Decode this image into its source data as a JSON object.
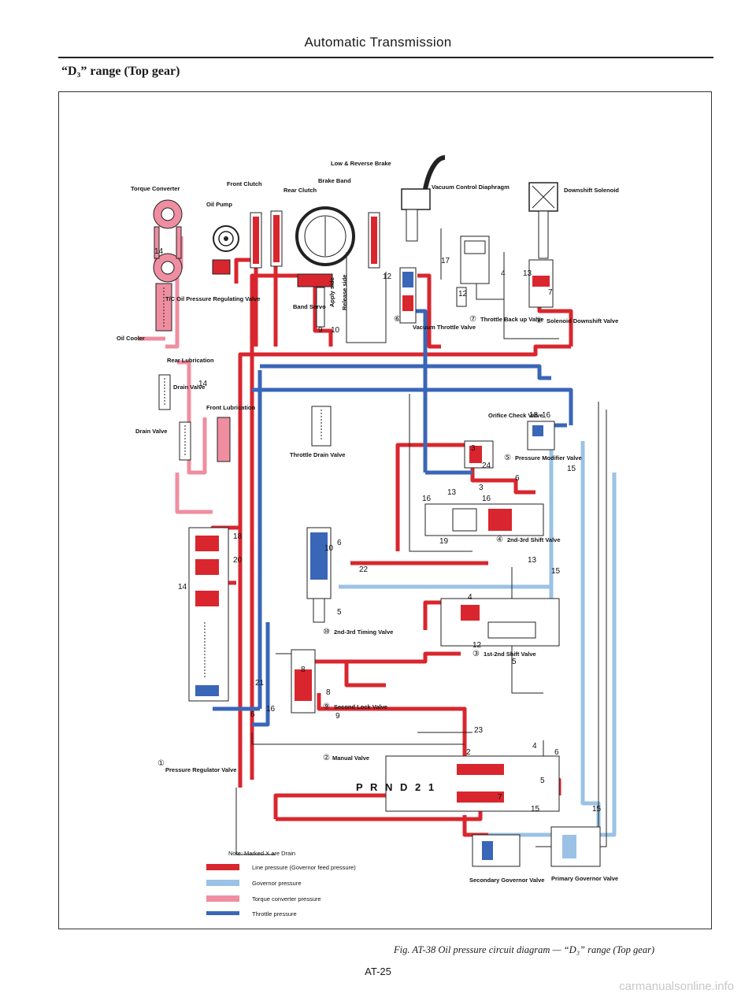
{
  "header": {
    "title": "Automatic Transmission",
    "section": "“D₃” range (Top gear)"
  },
  "colors": {
    "line_pressure": "#d9262e",
    "governor_pressure": "#9bc2e6",
    "torque_converter_pressure": "#ef8ea0",
    "throttle_pressure": "#3a66b8"
  },
  "labels": {
    "torque_converter": "Torque Converter",
    "oil_pump": "Oil Pump",
    "front_clutch": "Front Clutch",
    "rear_clutch": "Rear Clutch",
    "brake_band": "Brake Band",
    "low_reverse_brake": "Low & Reverse Brake",
    "vacuum_control_diaphragm": "Vacuum Control Diaphragm",
    "downshift_solenoid": "Downshift Solenoid",
    "tc_oil_pressure_regulating_valve": "T/C Oil Pressure Regulating Valve",
    "band_servo": "Band Servo",
    "apply_side": "Apply side",
    "release_side": "Release side",
    "oil_cooler": "Oil Cooler",
    "rear_lubrication": "Rear Lubrication",
    "drain_valve_upper": "Drain Valve",
    "drain_valve_left": "Drain Valve",
    "front_lubrication": "Front Lubrication",
    "vacuum_throttle_valve": "Vacuum Throttle Valve",
    "throttle_back_up_valve": "Throttle Back up Valve",
    "solenoid_downshift_valve": "Solenoid Downshift Valve",
    "orifice_check_valve": "Orifice Check Valve",
    "throttle_drain_valve": "Throttle Drain Valve",
    "pressure_modifier_valve": "Pressure Modifier Valve",
    "shift_2_3_valve": "2nd-3rd Shift Valve",
    "timing_2_3_valve": "2nd-3rd Timing Valve",
    "shift_1_2_valve": "1st-2nd Shift Valve",
    "second_lock_valve": "Second Lock Valve",
    "pressure_regulator_valve": "Pressure Regulator Valve",
    "manual_valve": "Manual Valve",
    "prnd21": "P R N D 2 1",
    "secondary_governor_valve": "Secondary Governor Valve",
    "primary_governor_valve": "Primary Governor Valve"
  },
  "valve_numbers": {
    "n1": "①",
    "n2": "②",
    "n3": "③",
    "n4": "④",
    "n5": "⑤",
    "n6": "⑥",
    "n7": "⑦",
    "n8": "⑧",
    "n9": "⑨",
    "n10": "⑩"
  },
  "port_numbers": [
    "14",
    "12",
    "17",
    "4",
    "13",
    "12",
    "7",
    "9",
    "10",
    "18",
    "16",
    "3",
    "24",
    "6",
    "15",
    "13",
    "16",
    "19",
    "16",
    "10",
    "22",
    "5",
    "18",
    "20",
    "14",
    "13",
    "15",
    "6",
    "4",
    "12",
    "8",
    "21",
    "8",
    "6",
    "16",
    "23",
    "5",
    "6",
    "4",
    "7",
    "15",
    "15",
    "9",
    "14",
    "5",
    "2",
    "3"
  ],
  "legend": {
    "note": "Note:  Marked X are Drain",
    "items": [
      {
        "label": "Line pressure (Governor feed pressure)"
      },
      {
        "label": "Governor pressure"
      },
      {
        "label": "Torque converter pressure"
      },
      {
        "label": "Throttle pressure"
      }
    ]
  },
  "footer": {
    "caption": "Fig. AT-38  Oil pressure circuit diagram — “D₃” range (Top gear)",
    "page": "AT-25",
    "watermark": "carmanualsonline.info"
  }
}
